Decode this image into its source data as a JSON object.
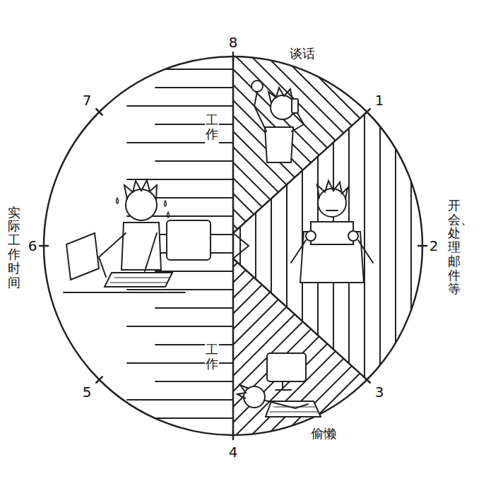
{
  "diagram": {
    "labels": [
      "8",
      "1",
      "2",
      "3",
      "4",
      "5",
      "6",
      "7",
      "谈话",
      "开会、处理邮件等",
      "偷懒",
      "工作",
      "工作",
      "实际工作时间"
    ]
  }
}
